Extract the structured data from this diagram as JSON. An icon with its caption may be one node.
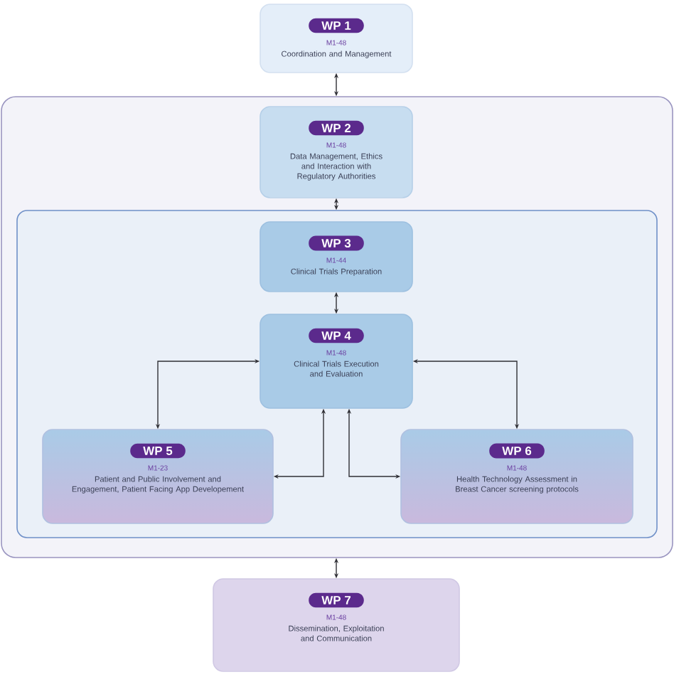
{
  "diagram": {
    "nodes": [
      {
        "text": [
          "WP 1",
          "M1-48",
          "Coordination and Management"
        ]
      },
      {
        "text": [],
        "shape": "box"
      },
      {
        "text": [
          "WP 2",
          "M1-48",
          "Data Management, Ethics and Interaction with Regulatory Authorities"
        ],
        "in": 1
      },
      {
        "text": [],
        "shape": "box",
        "in": 1
      },
      {
        "text": [
          "WP 3",
          "M1-44",
          "Clinical Trials Preparation"
        ],
        "in": 3
      },
      {
        "text": [
          "WP 4",
          "M1-48",
          "Clinical Trials Execution and Evaluation"
        ],
        "in": 3
      },
      {
        "text": [
          "WP 5",
          "M1-23",
          "Patient and Public Involvement and Engagement, Patient Facing App Developement"
        ],
        "in": 3
      },
      {
        "text": [
          "WP 6",
          "M1-48",
          "Health Technology Assessment in Breast Cancer screening protocols"
        ],
        "in": 3
      },
      {
        "text": [
          "WP 7",
          "M1-48",
          "Dissemination, Exploitation and Communication"
        ]
      }
    ],
    "edges": [
      {
        "from": 0,
        "to": 1,
        "arrow": "both"
      },
      {
        "from": 2,
        "to": 3,
        "arrow": "both"
      },
      {
        "from": 4,
        "to": 5,
        "arrow": "both"
      },
      {
        "from": 5,
        "to": 6,
        "arrow": "both"
      },
      {
        "from": 5,
        "to": 7,
        "arrow": "both"
      },
      {
        "from": 6,
        "to": 5,
        "arrow": "both"
      },
      {
        "from": 7,
        "to": 5,
        "arrow": "both"
      },
      {
        "from": 1,
        "to": 8,
        "arrow": "both"
      }
    ]
  }
}
